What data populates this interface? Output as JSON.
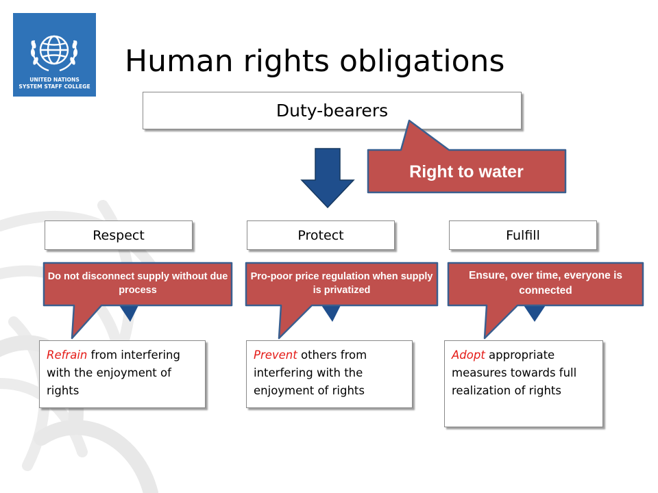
{
  "logo": {
    "org_line1": "United Nations",
    "org_line2": "System Staff College"
  },
  "title": "Human rights obligations",
  "duty_bearers": "Duty-bearers",
  "right_callout": "Right to water",
  "obligations": [
    {
      "label": "Respect",
      "callout": "Do not disconnect supply without due process",
      "keyword": "Refrain",
      "description": " from interfering with the enjoyment of rights"
    },
    {
      "label": "Protect",
      "callout": "Pro-poor price regulation when supply is privatized",
      "keyword": "Prevent",
      "description": " others from interfering with the enjoyment of rights"
    },
    {
      "label": "Fulfill",
      "callout": "Ensure, over time, everyone is connected",
      "keyword": "Adopt",
      "description": " appropriate measures  towards full realization of rights"
    }
  ],
  "colors": {
    "callout_red": "#c0504d",
    "callout_border": "#3a5f8f",
    "arrow_blue": "#1f4e8c",
    "keyword_red": "#e41b17",
    "logo_blue": "#2f73b8"
  }
}
